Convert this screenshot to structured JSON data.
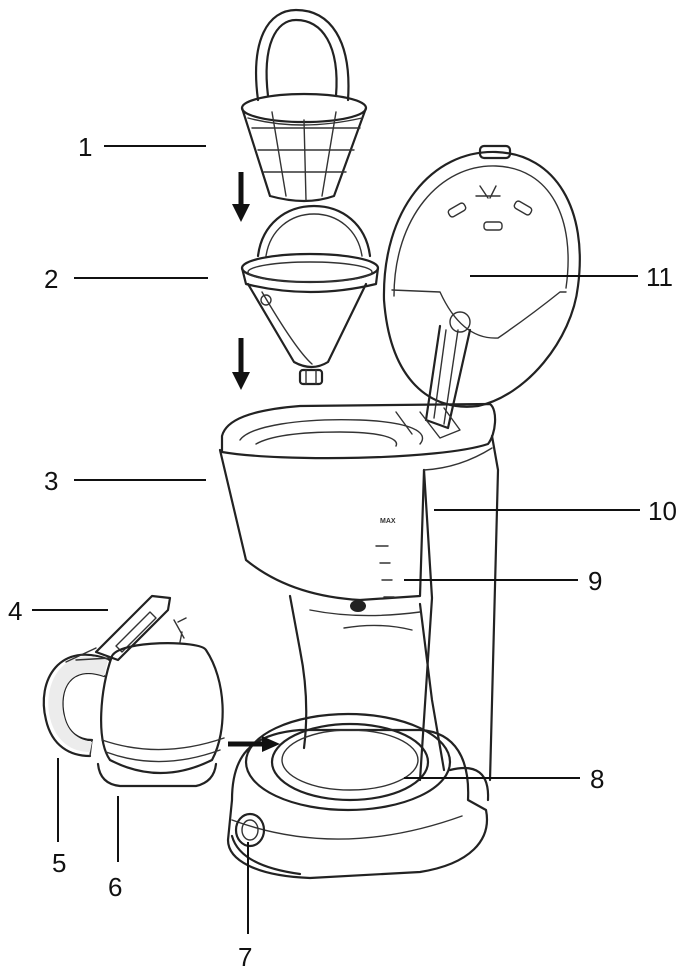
{
  "labels": {
    "l1": "1",
    "l2": "2",
    "l3": "3",
    "l4": "4",
    "l5": "5",
    "l6": "6",
    "l7": "7",
    "l8": "8",
    "l9": "9",
    "l10": "10",
    "l11": "11"
  },
  "max_mark": "MAX"
}
